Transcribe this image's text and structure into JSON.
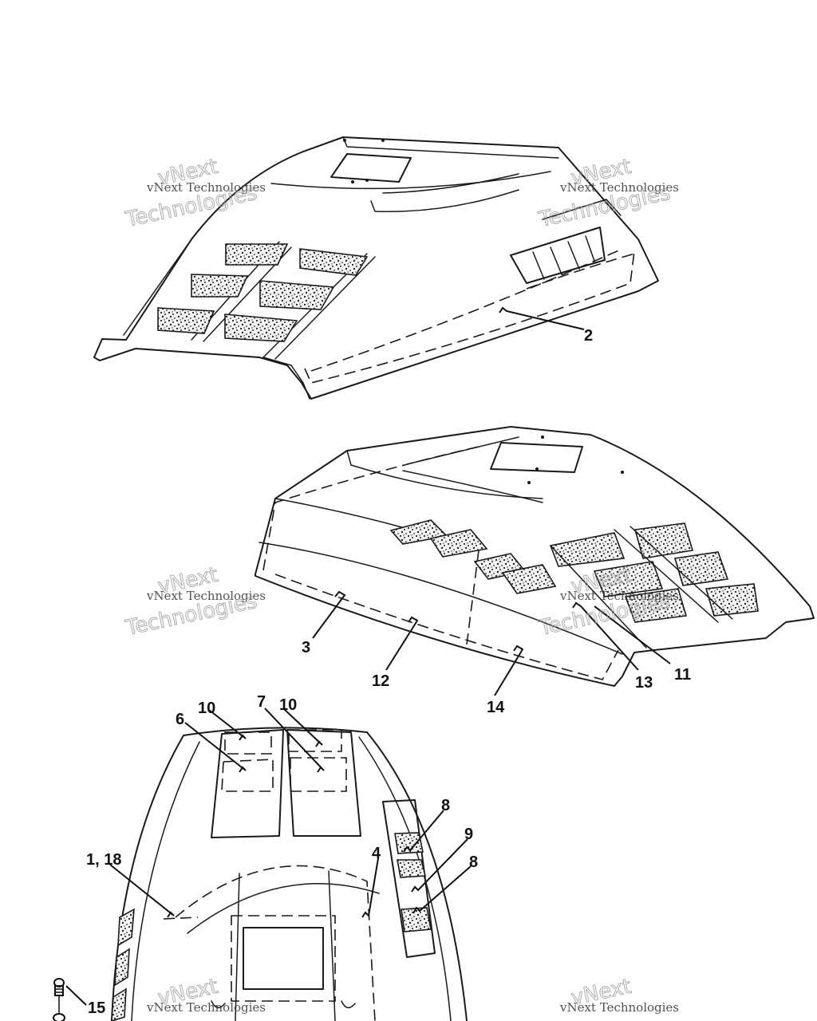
{
  "callouts": {
    "c2": "2",
    "c3": "3",
    "c12": "12",
    "c14": "14",
    "c13": "13",
    "c11": "11",
    "c10a": "10",
    "c7": "7",
    "c10b": "10",
    "c6": "6",
    "c8a": "8",
    "c9": "9",
    "c8b": "8",
    "c4": "4",
    "c1_18": "1, 18",
    "c15": "15"
  },
  "watermark": {
    "line": "vNext Technologies",
    "brand": "vNext",
    "sub": "Technologies"
  }
}
